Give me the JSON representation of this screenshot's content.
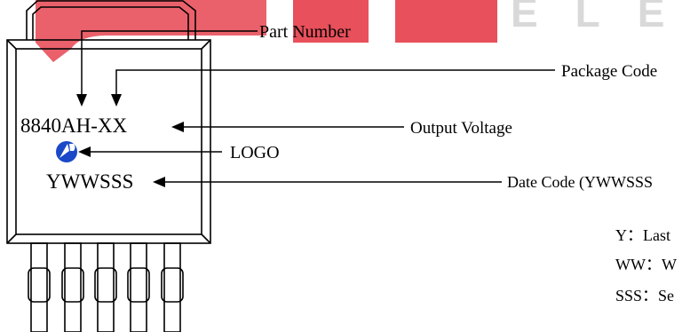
{
  "watermark": {
    "text": "ELEC",
    "accent_color": "#e8505b",
    "text_color": "#d9d9d9"
  },
  "chip": {
    "part_marking": "8840AH-XX",
    "date_marking": "YWWSSS",
    "logo_icon": "blue-circle-logo-icon",
    "logo_color": "#1a48c8"
  },
  "callouts": {
    "part_number": "Part Number",
    "package_code": "Package Code",
    "output_voltage": "Output Voltage",
    "logo": "LOGO",
    "date_code": "Date Code (YWWSSS",
    "year_line": "Y：Last",
    "week_line": "WW：W",
    "serial_line": "SSS：Se"
  }
}
